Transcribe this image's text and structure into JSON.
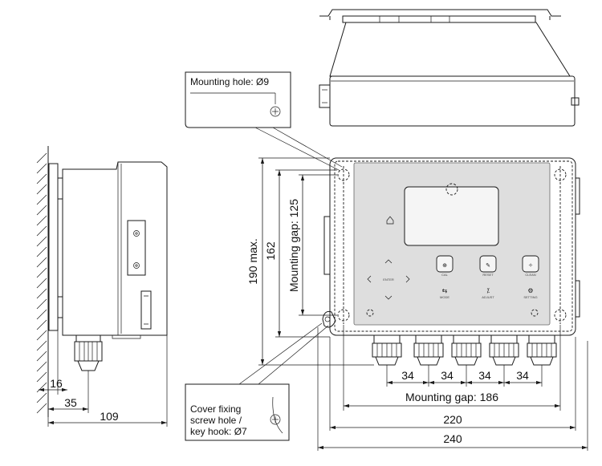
{
  "callouts": {
    "mounting_hole": "Mounting hole: Ø9",
    "cover_line1": "Cover fixing",
    "cover_line2": "screw hole /",
    "cover_line3": "key hook: Ø7"
  },
  "dimensions": {
    "d16": "16",
    "d35": "35",
    "d109": "109",
    "d190": "190 max.",
    "d162": "162",
    "d125": "Mounting gap: 125",
    "d34a": "34",
    "d34b": "34",
    "d34c": "34",
    "d34d": "34",
    "d186": "Mounting gap: 186",
    "d220": "220",
    "d240": "240"
  },
  "panel": {
    "enter": "ENTER",
    "cal": "CAL",
    "reset": "RESET",
    "clean": "CLEAN",
    "mode": "MODE",
    "adjust": "ADJUST",
    "setting": "SETTING"
  }
}
